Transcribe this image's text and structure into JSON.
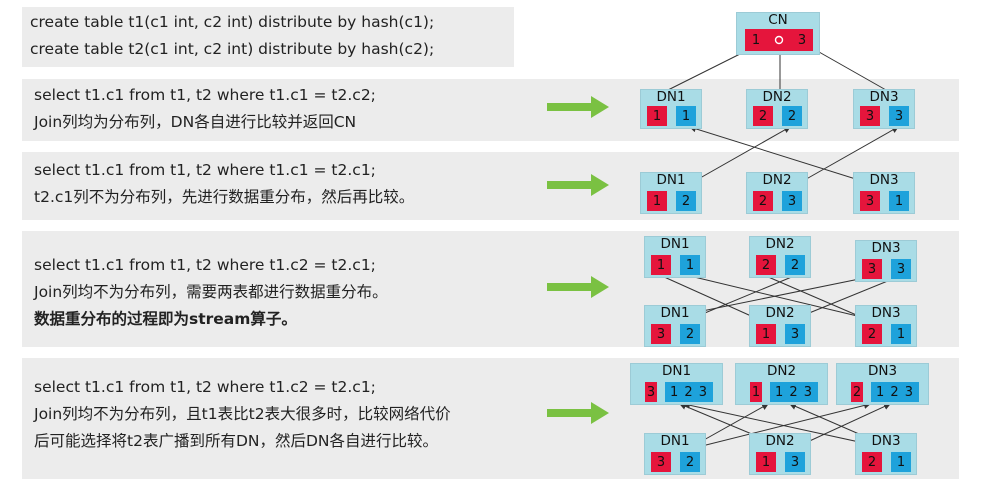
{
  "header": {
    "lines": [
      "create table t1(c1 int, c2 int) distribute by hash(c1);",
      "create table t2(c1 int, c2 int) distribute by hash(c2);"
    ]
  },
  "cn": {
    "label": "CN",
    "cells": [
      "1",
      "",
      "3"
    ]
  },
  "scenarios": [
    {
      "lines": [
        "select  t1.c1 from t1, t2 where t1.c1 = t2.c2;",
        "Join列均为分布列，DN各自进行比较并返回CN"
      ],
      "nodes": [
        {
          "label": "DN1",
          "red": "1",
          "blue": "1"
        },
        {
          "label": "DN2",
          "red": "2",
          "blue": "2"
        },
        {
          "label": "DN3",
          "red": "3",
          "blue": "3"
        }
      ]
    },
    {
      "lines": [
        "select  t1.c1 from t1, t2 where t1.c1 = t2.c1;",
        "t2.c1列不为分布列，先进行数据重分布，然后再比较。"
      ],
      "nodes": [
        {
          "label": "DN1",
          "red": "1",
          "blue": "2"
        },
        {
          "label": "DN2",
          "red": "2",
          "blue": "3"
        },
        {
          "label": "DN3",
          "red": "3",
          "blue": "1"
        }
      ]
    },
    {
      "lines": [
        "select  t1.c1 from t1, t2 where t1.c2 = t2.c1;",
        "Join列均不为分布列，需要两表都进行数据重分布。"
      ],
      "bold_line": "数据重分布的过程即为stream算子。",
      "top_nodes": [
        {
          "label": "DN1",
          "red": "1",
          "blue": "1"
        },
        {
          "label": "DN2",
          "red": "2",
          "blue": "2"
        },
        {
          "label": "DN3",
          "red": "3",
          "blue": "3"
        }
      ],
      "bottom_nodes": [
        {
          "label": "DN1",
          "red": "3",
          "blue": "2"
        },
        {
          "label": "DN2",
          "red": "1",
          "blue": "3"
        },
        {
          "label": "DN3",
          "red": "2",
          "blue": "1"
        }
      ]
    },
    {
      "lines": [
        "select  t1.c1 from t1, t2 where t1.c2 = t2.c1;",
        "Join列均不为分布列，且t1表比t2表大很多时，比较网络代价",
        "后可能选择将t2表广播到所有DN，然后DN各自进行比较。"
      ],
      "top_nodes": [
        {
          "label": "DN1",
          "red": "3",
          "blue": "1 2 3"
        },
        {
          "label": "DN2",
          "red": "1",
          "blue": "1 2 3"
        },
        {
          "label": "DN3",
          "red": "2",
          "blue": "1 2 3"
        }
      ],
      "bottom_nodes": [
        {
          "label": "DN1",
          "red": "3",
          "blue": "2"
        },
        {
          "label": "DN2",
          "red": "1",
          "blue": "3"
        },
        {
          "label": "DN3",
          "red": "2",
          "blue": "1"
        }
      ]
    }
  ],
  "colors": {
    "red": "#e5153c",
    "blue": "#1ea2db",
    "node_bg": "#a9dce6",
    "arrow": "#7ac142",
    "band": "#ececec"
  }
}
